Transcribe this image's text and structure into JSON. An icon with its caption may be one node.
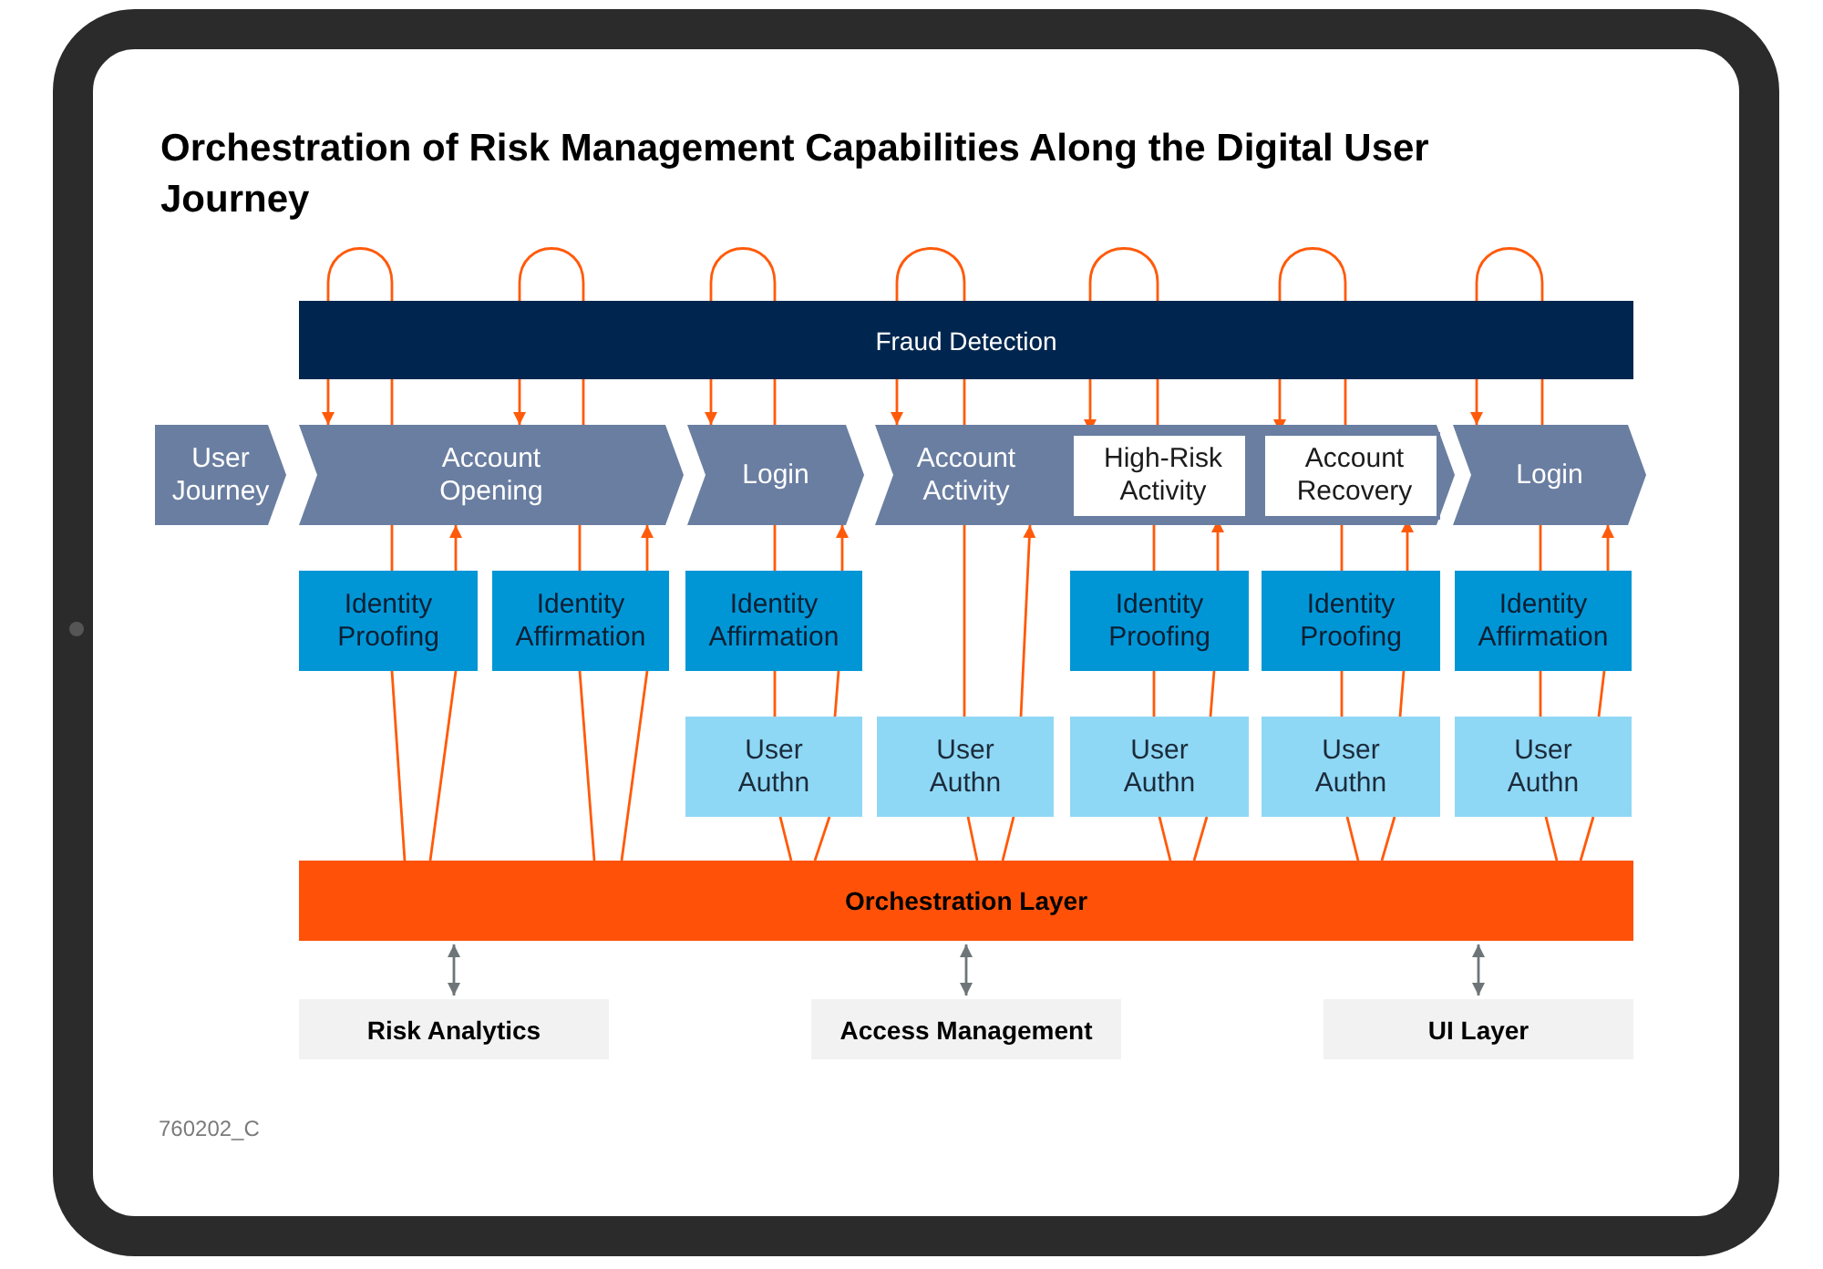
{
  "diagram": {
    "title": "Orchestration of Risk Management Capabilities Along the Digital User Journey",
    "nodes": [
      {
        "text": [
          "Fraud Detection"
        ]
      },
      {
        "text": [
          "User Journey"
        ]
      },
      {
        "text": [
          "Account Opening"
        ]
      },
      {
        "text": [
          "Login"
        ]
      },
      {
        "text": [
          "Account Activity"
        ]
      },
      {
        "text": [
          "High-Risk Activity"
        ],
        "in": 4
      },
      {
        "text": [
          "Account Recovery"
        ],
        "in": 4
      },
      {
        "text": [
          "Login"
        ]
      },
      {
        "text": [
          "Identity Proofing"
        ]
      },
      {
        "text": [
          "Identity Affirmation"
        ]
      },
      {
        "text": [
          "Identity Affirmation"
        ]
      },
      {
        "text": [
          "Identity Proofing"
        ]
      },
      {
        "text": [
          "Identity Proofing"
        ]
      },
      {
        "text": [
          "Identity Affirmation"
        ]
      },
      {
        "text": [
          "User Authn"
        ]
      },
      {
        "text": [
          "User Authn"
        ]
      },
      {
        "text": [
          "User Authn"
        ]
      },
      {
        "text": [
          "User Authn"
        ]
      },
      {
        "text": [
          "User Authn"
        ]
      },
      {
        "text": [
          "Orchestration Layer"
        ]
      },
      {
        "text": [
          "Risk Analytics"
        ]
      },
      {
        "text": [
          "Access Management"
        ]
      },
      {
        "text": [
          "UI Layer"
        ]
      }
    ],
    "edges": [
      {
        "from": 2,
        "to": 0,
        "arrow": "none"
      },
      {
        "from": 0,
        "to": 2,
        "arrow": "to"
      },
      {
        "from": 2,
        "to": 0,
        "arrow": "none"
      },
      {
        "from": 0,
        "to": 2,
        "arrow": "to"
      },
      {
        "from": 3,
        "to": 0,
        "arrow": "none"
      },
      {
        "from": 0,
        "to": 3,
        "arrow": "to"
      },
      {
        "from": 4,
        "to": 0,
        "arrow": "none"
      },
      {
        "from": 0,
        "to": 4,
        "arrow": "to"
      },
      {
        "from": 5,
        "to": 0,
        "arrow": "none"
      },
      {
        "from": 0,
        "to": 5,
        "arrow": "to"
      },
      {
        "from": 6,
        "to": 0,
        "arrow": "none"
      },
      {
        "from": 0,
        "to": 6,
        "arrow": "to"
      },
      {
        "from": 7,
        "to": 0,
        "arrow": "none"
      },
      {
        "from": 0,
        "to": 7,
        "arrow": "to"
      },
      {
        "from": 2,
        "to": 8,
        "arrow": "none"
      },
      {
        "from": 8,
        "to": 19,
        "arrow": "none"
      },
      {
        "from": 19,
        "to": 8,
        "arrow": "none"
      },
      {
        "from": 8,
        "to": 2,
        "arrow": "to"
      },
      {
        "from": 2,
        "to": 9,
        "arrow": "none"
      },
      {
        "from": 9,
        "to": 19,
        "arrow": "none"
      },
      {
        "from": 19,
        "to": 9,
        "arrow": "none"
      },
      {
        "from": 9,
        "to": 2,
        "arrow": "to"
      },
      {
        "from": 3,
        "to": 10,
        "arrow": "none"
      },
      {
        "from": 10,
        "to": 14,
        "arrow": "none"
      },
      {
        "from": 14,
        "to": 19,
        "arrow": "none"
      },
      {
        "from": 19,
        "to": 14,
        "arrow": "none"
      },
      {
        "from": 14,
        "to": 10,
        "arrow": "none"
      },
      {
        "from": 10,
        "to": 3,
        "arrow": "to"
      },
      {
        "from": 4,
        "to": 15,
        "arrow": "none"
      },
      {
        "from": 15,
        "to": 19,
        "arrow": "none"
      },
      {
        "from": 19,
        "to": 15,
        "arrow": "none"
      },
      {
        "from": 15,
        "to": 4,
        "arrow": "to"
      },
      {
        "from": 5,
        "to": 11,
        "arrow": "none"
      },
      {
        "from": 11,
        "to": 16,
        "arrow": "none"
      },
      {
        "from": 16,
        "to": 19,
        "arrow": "none"
      },
      {
        "from": 19,
        "to": 16,
        "arrow": "none"
      },
      {
        "from": 16,
        "to": 11,
        "arrow": "none"
      },
      {
        "from": 11,
        "to": 5,
        "arrow": "to"
      },
      {
        "from": 6,
        "to": 12,
        "arrow": "none"
      },
      {
        "from": 12,
        "to": 17,
        "arrow": "none"
      },
      {
        "from": 17,
        "to": 19,
        "arrow": "none"
      },
      {
        "from": 19,
        "to": 17,
        "arrow": "none"
      },
      {
        "from": 17,
        "to": 12,
        "arrow": "none"
      },
      {
        "from": 12,
        "to": 6,
        "arrow": "to"
      },
      {
        "from": 7,
        "to": 13,
        "arrow": "none"
      },
      {
        "from": 13,
        "to": 18,
        "arrow": "none"
      },
      {
        "from": 18,
        "to": 19,
        "arrow": "none"
      },
      {
        "from": 19,
        "to": 18,
        "arrow": "none"
      },
      {
        "from": 18,
        "to": 13,
        "arrow": "none"
      },
      {
        "from": 13,
        "to": 7,
        "arrow": "to"
      },
      {
        "from": 19,
        "to": 20,
        "arrow": "both",
        "color": "#6e7578"
      },
      {
        "from": 19,
        "to": 21,
        "arrow": "both",
        "color": "#6e7578"
      },
      {
        "from": 19,
        "to": 22,
        "arrow": "both",
        "color": "#6e7578"
      }
    ],
    "labels": [
      "760202_C"
    ]
  }
}
